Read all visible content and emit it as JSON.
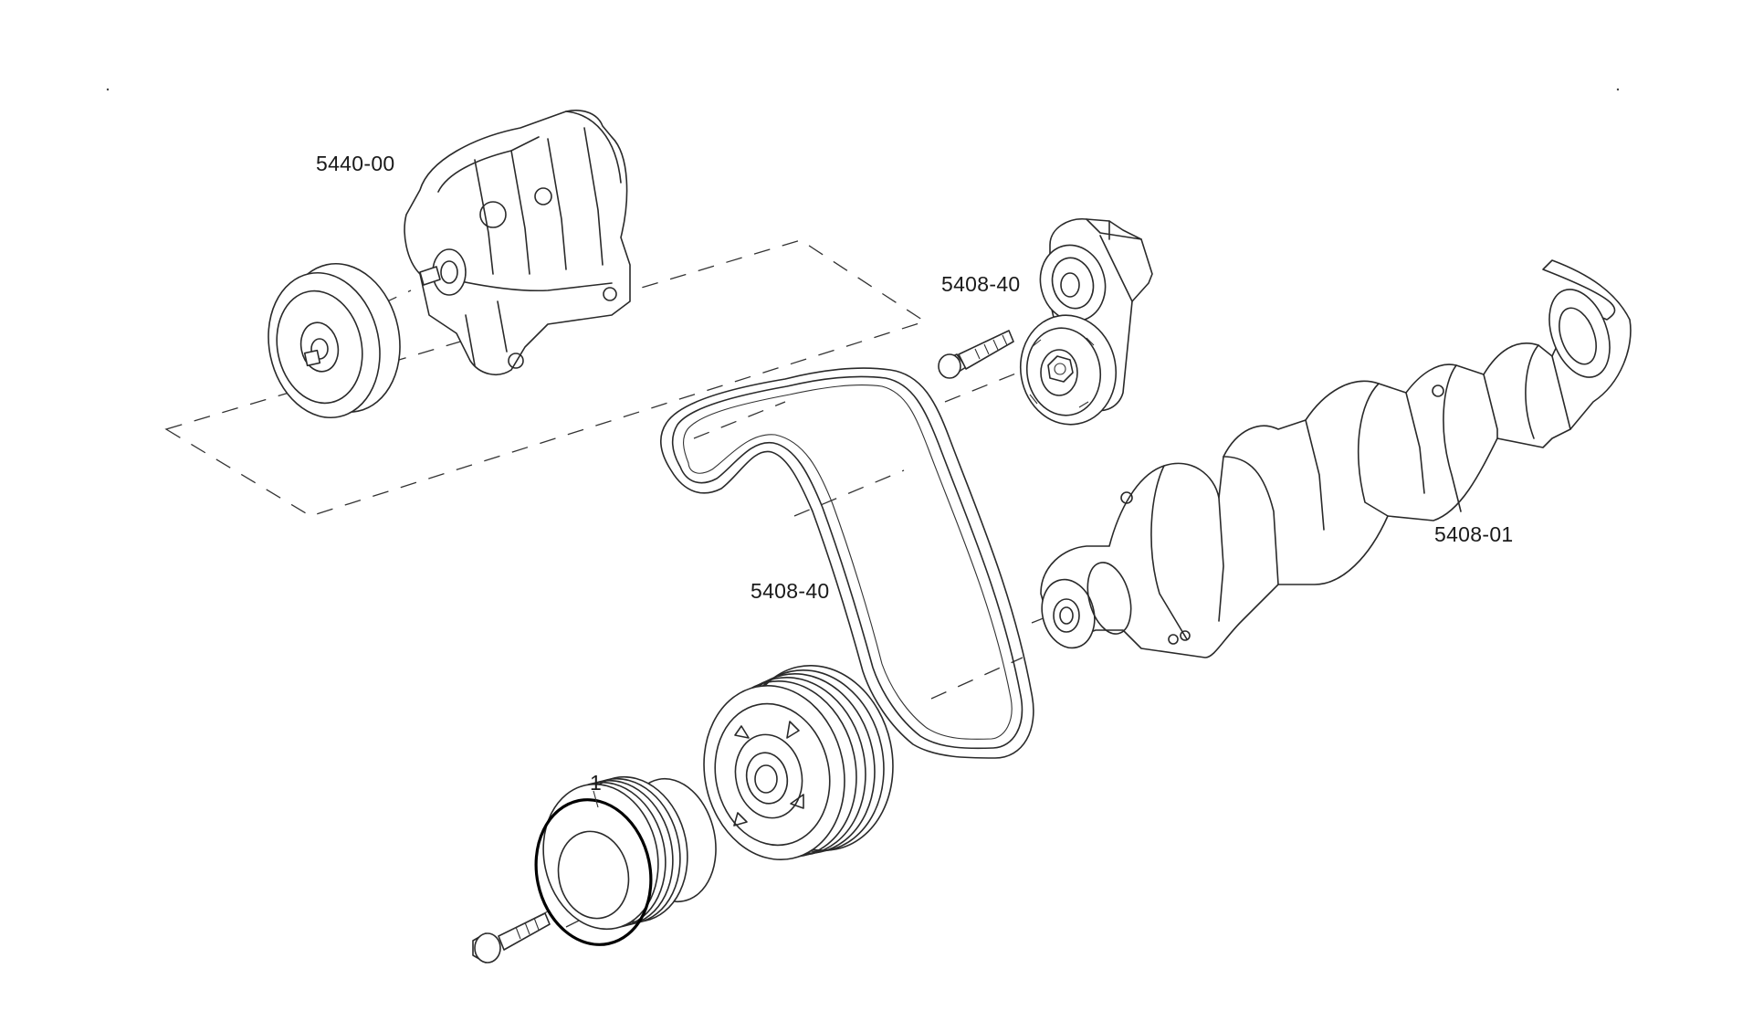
{
  "labels": {
    "alternator": "5440-00",
    "tensioner": "5408-40",
    "belt": "5408-40",
    "crankshaft": "5408-01",
    "pulley_item": "1"
  },
  "colors": {
    "line": "#2a2a2a",
    "background": "#ffffff",
    "highlight": "#000000"
  }
}
